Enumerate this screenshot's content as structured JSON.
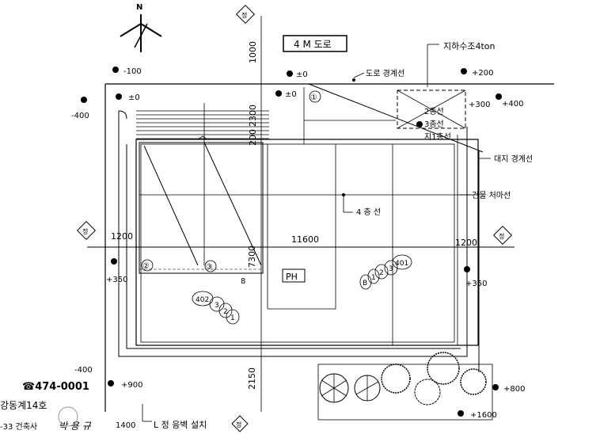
{
  "road": {
    "label": "4 M 도로",
    "boundary_label": "도로 경계선"
  },
  "tank_label": "지하수조4ton",
  "site_boundary_label": "대지 경계선",
  "setback_label": "건물 처마선",
  "floor_lines": {
    "f2": "2층선",
    "f3": "3층선",
    "f1": "지1층선",
    "f4": "4 층 선"
  },
  "dims": {
    "d1200_left": "1200",
    "d11600": "11600",
    "d1200_right": "1200",
    "d7300": "7300",
    "d1000": "1000",
    "d2300": "2300",
    "d200": "200",
    "d2150": "2150",
    "d8": "8"
  },
  "levels": {
    "m100": "-100",
    "p0_a": "±0",
    "p0_b": "±0",
    "p0_c": "±0",
    "p200": "+200",
    "p300": "+300",
    "p400": "+400",
    "m400_a": "-400",
    "p350_left": "+350",
    "p350_right": "+350",
    "m400_b": "-400",
    "p900": "+900",
    "p800": "+800",
    "p1600": "+1600",
    "p1400": "1400"
  },
  "stairs": {
    "s1": "①",
    "s2": "②",
    "s3": "③"
  },
  "unit_tags_left": [
    "402",
    "3",
    "2",
    "1"
  ],
  "unit_tags_right": [
    "401",
    "3",
    "2",
    "1",
    "B"
  ],
  "ph_label": "PH",
  "north_label": "N",
  "axis_label": "정",
  "footer": {
    "phone": "☎474-0001",
    "address": "강동계14호",
    "sub": "-33  건축사",
    "signature": "박 용 규",
    "note": "L 정 응벽 설치"
  }
}
